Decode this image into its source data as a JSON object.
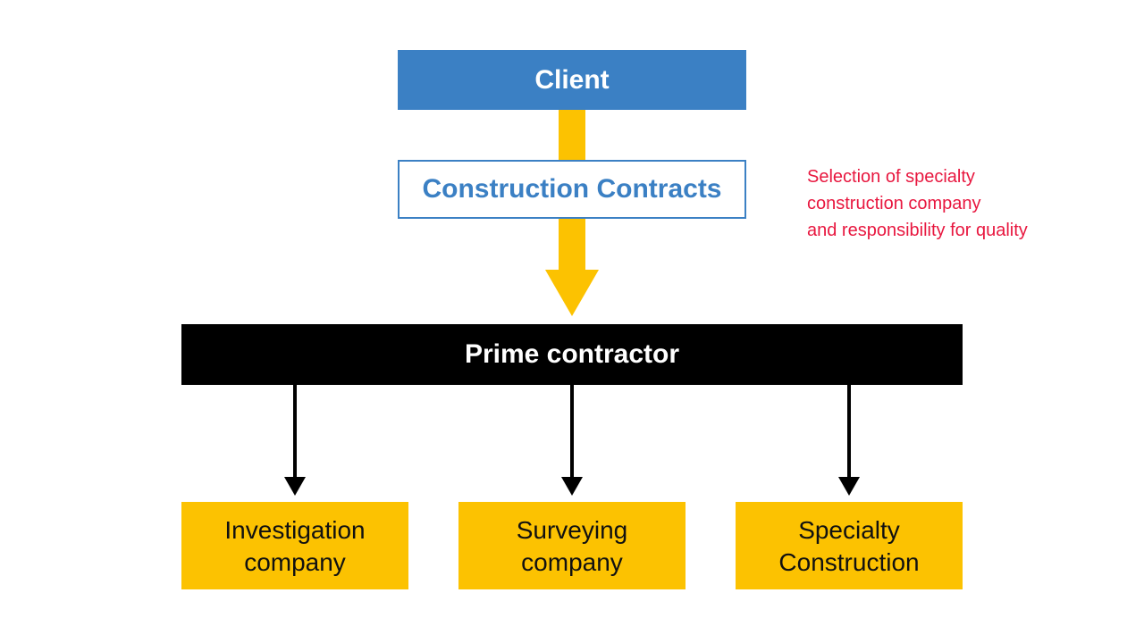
{
  "colors": {
    "client_fill": "#3b80c4",
    "contracts_border": "#3b80c4",
    "contracts_text": "#3b80c4",
    "main_arrow": "#fcc201",
    "prime_fill": "#000000",
    "sub_fill": "#fcc201",
    "branch_arrow": "#000000",
    "note_text": "#e8173f"
  },
  "nodes": {
    "client": "Client",
    "contracts": "Construction Contracts",
    "prime": "Prime contractor",
    "subcontractors": [
      {
        "line1": "Investigation",
        "line2": "company"
      },
      {
        "line1": "Surveying",
        "line2": "company"
      },
      {
        "line1": "Specialty",
        "line2": "Construction"
      }
    ]
  },
  "note": {
    "lines": [
      "Selection of specialty",
      "construction company",
      "and responsibility for quality"
    ]
  },
  "edges": [
    {
      "from": "Client",
      "to": "Construction Contracts"
    },
    {
      "from": "Construction Contracts",
      "to": "Prime contractor"
    },
    {
      "from": "Prime contractor",
      "to": "Investigation company"
    },
    {
      "from": "Prime contractor",
      "to": "Surveying company"
    },
    {
      "from": "Prime contractor",
      "to": "Specialty Construction"
    }
  ]
}
